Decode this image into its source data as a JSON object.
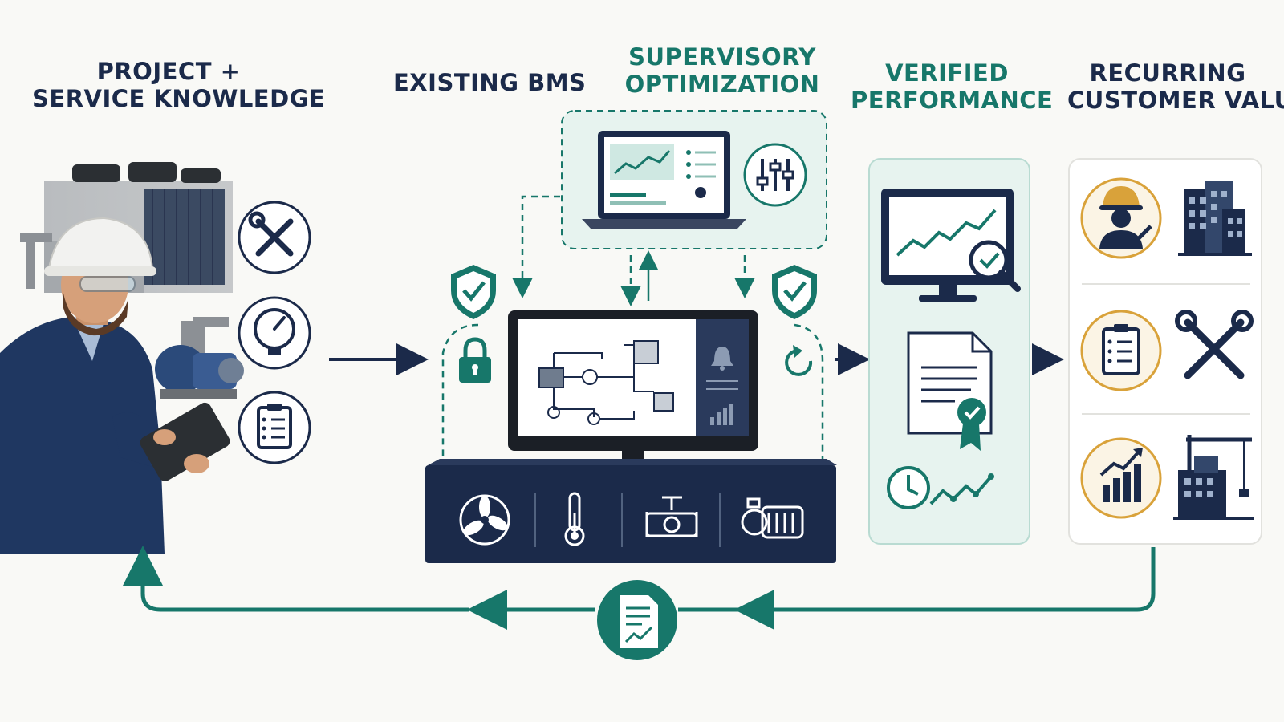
{
  "colors": {
    "navy": "#1b2a4a",
    "teal": "#17776a",
    "gold": "#d9a23a",
    "panel_bg": "#e7f3ef",
    "page_bg": "#f9f9f6"
  },
  "columns": {
    "project": {
      "line1": "PROJECT +",
      "line2": "SERVICE KNOWLEDGE"
    },
    "bms": {
      "line1": "EXISTING BMS"
    },
    "supervisory": {
      "line1": "SUPERVISORY",
      "line2": "OPTIMIZATION"
    },
    "verified": {
      "line1": "VERIFIED",
      "line2": "PERFORMANCE"
    },
    "recurring": {
      "line1": "RECURRING",
      "line2": "CUSTOMER VALUE"
    }
  },
  "icons": {
    "project": [
      "wrench-screwdriver-icon",
      "gauge-icon",
      "clipboard-checklist-icon"
    ],
    "supervisory": [
      "laptop-dashboard-icon",
      "sliders-icon"
    ],
    "bms": [
      "shield-check-icon",
      "padlock-icon",
      "refresh-icon",
      "monitor-schematic-icon",
      "bell-icon",
      "bar-chart-icon"
    ],
    "equipment": [
      "fan-icon",
      "thermometer-icon",
      "valve-icon",
      "pump-motor-icon"
    ],
    "verified": [
      "monitor-chart-magnifier-icon",
      "certificate-document-icon",
      "clock-trend-icon"
    ],
    "recurring": [
      "technician-tool-icon",
      "building-icon",
      "clipboard-icon",
      "tools-icon",
      "growth-chart-icon",
      "construction-building-icon"
    ],
    "feedback": [
      "report-document-icon"
    ]
  }
}
